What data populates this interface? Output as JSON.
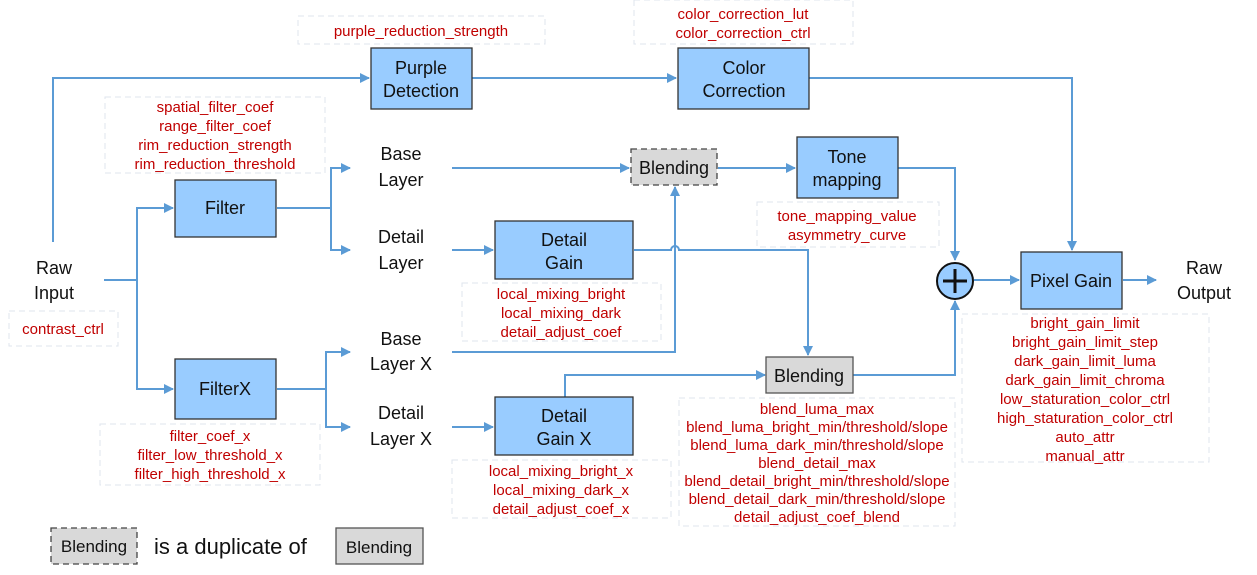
{
  "diagram": {
    "colors": {
      "block_fill": "#99ccff",
      "blend_fill": "#d9d9d9",
      "edge": "#5b9bd5",
      "param_text": "#c00000",
      "text": "#111111"
    },
    "nodes": {
      "raw_input": {
        "lines": [
          "Raw",
          "Input"
        ]
      },
      "raw_output": {
        "lines": [
          "Raw",
          "Output"
        ]
      },
      "purple_detection": {
        "lines": [
          "Purple",
          "Detection"
        ]
      },
      "color_correction": {
        "lines": [
          "Color",
          "Correction"
        ]
      },
      "filter": {
        "lines": [
          "Filter"
        ]
      },
      "filterx": {
        "lines": [
          "FilterX"
        ]
      },
      "base_layer": {
        "lines": [
          "Base",
          "Layer"
        ]
      },
      "detail_layer": {
        "lines": [
          "Detail",
          "Layer"
        ]
      },
      "base_layer_x": {
        "lines": [
          "Base",
          "Layer X"
        ]
      },
      "detail_layer_x": {
        "lines": [
          "Detail",
          "Layer X"
        ]
      },
      "detail_gain": {
        "lines": [
          "Detail",
          "Gain"
        ]
      },
      "detail_gain_x": {
        "lines": [
          "Detail",
          "Gain X"
        ]
      },
      "blending_dup": {
        "lines": [
          "Blending"
        ]
      },
      "blending": {
        "lines": [
          "Blending"
        ]
      },
      "tone_mapping": {
        "lines": [
          "Tone",
          "mapping"
        ]
      },
      "adder": {
        "symbol": "+"
      },
      "pixel_gain": {
        "lines": [
          "Pixel Gain"
        ]
      }
    },
    "params": {
      "purple_detection": [
        "purple_reduction_strength"
      ],
      "color_correction": [
        "color_correction_lut",
        "color_correction_ctrl"
      ],
      "filter": [
        "spatial_filter_coef",
        "range_filter_coef",
        "rim_reduction_strength",
        "rim_reduction_threshold"
      ],
      "raw_input": [
        "contrast_ctrl"
      ],
      "detail_gain": [
        "local_mixing_bright",
        "local_mixing_dark",
        "detail_adjust_coef"
      ],
      "tone_mapping": [
        "tone_mapping_value",
        "asymmetry_curve"
      ],
      "filterx": [
        "filter_coef_x",
        "filter_low_threshold_x",
        "filter_high_threshold_x"
      ],
      "detail_gain_x": [
        "local_mixing_bright_x",
        "local_mixing_dark_x",
        "detail_adjust_coef_x"
      ],
      "blending": [
        "blend_luma_max",
        "blend_luma_bright_min/threshold/slope",
        "blend_luma_dark_min/threshold/slope",
        "blend_detail_max",
        "blend_detail_bright_min/threshold/slope",
        "blend_detail_dark_min/threshold/slope",
        "detail_adjust_coef_blend"
      ],
      "pixel_gain": [
        "bright_gain_limit",
        "bright_gain_limit_step",
        "dark_gain_limit_luma",
        "dark_gain_limit_chroma",
        "low_staturation_color_ctrl",
        "high_staturation_color_ctrl",
        "auto_attr",
        "manual_attr"
      ]
    },
    "legend": {
      "dashed_label": "Blending",
      "text": "is a duplicate of",
      "solid_label": "Blending"
    }
  }
}
